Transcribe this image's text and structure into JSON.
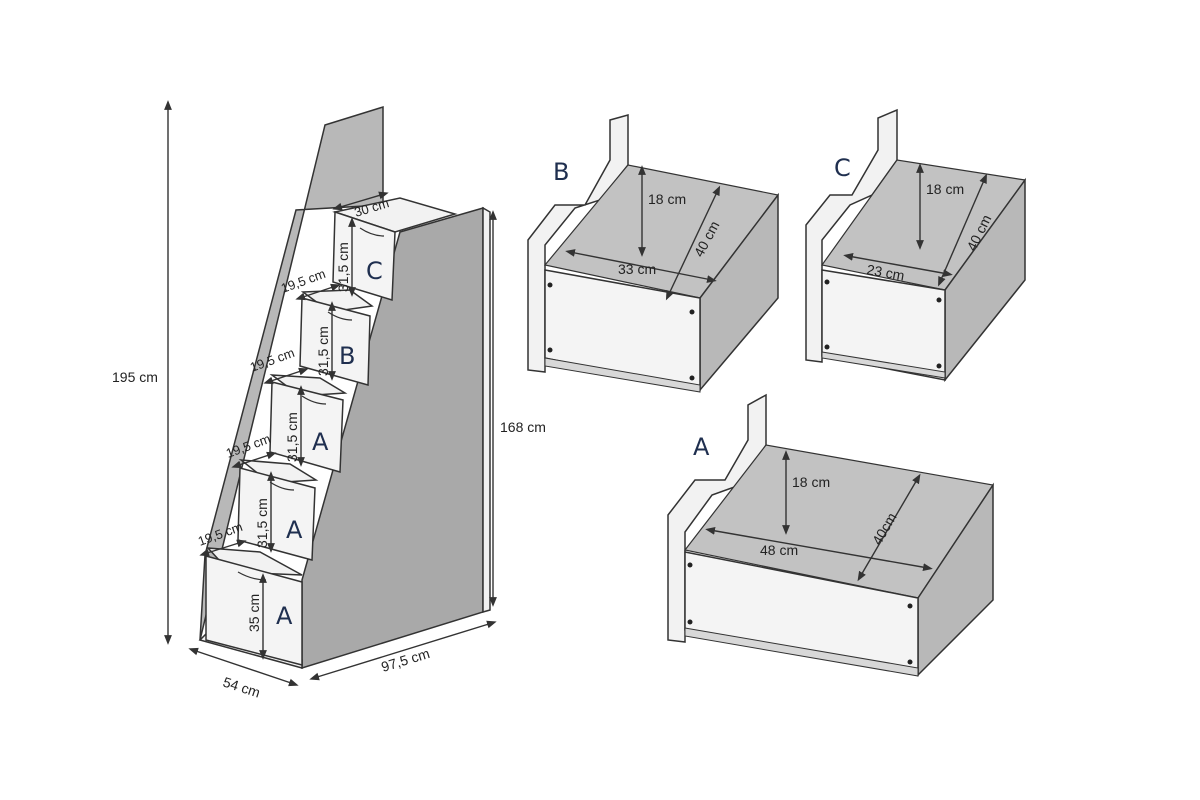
{
  "staircase": {
    "total_height": "195 cm",
    "side_height": "168 cm",
    "width": "54 cm",
    "depth": "97,5 cm",
    "top_step_depth": "30 cm",
    "step_depths": [
      "19,5 cm",
      "19,5 cm",
      "19,5 cm",
      "19,5 cm"
    ],
    "drawer_heights": [
      "31,5 cm",
      "31,5 cm",
      "31,5 cm",
      "31,5 cm",
      "35 cm"
    ],
    "drawer_letters": [
      "C",
      "B",
      "A",
      "A",
      "A"
    ]
  },
  "drawer_b": {
    "letter": "B",
    "height": "18 cm",
    "depth": "40 cm",
    "width": "33 cm"
  },
  "drawer_c": {
    "letter": "C",
    "height": "18 cm",
    "depth": "40 cm",
    "width": "23 cm"
  },
  "drawer_a": {
    "letter": "A",
    "height": "18 cm",
    "depth": "40cm",
    "width": "48 cm"
  }
}
